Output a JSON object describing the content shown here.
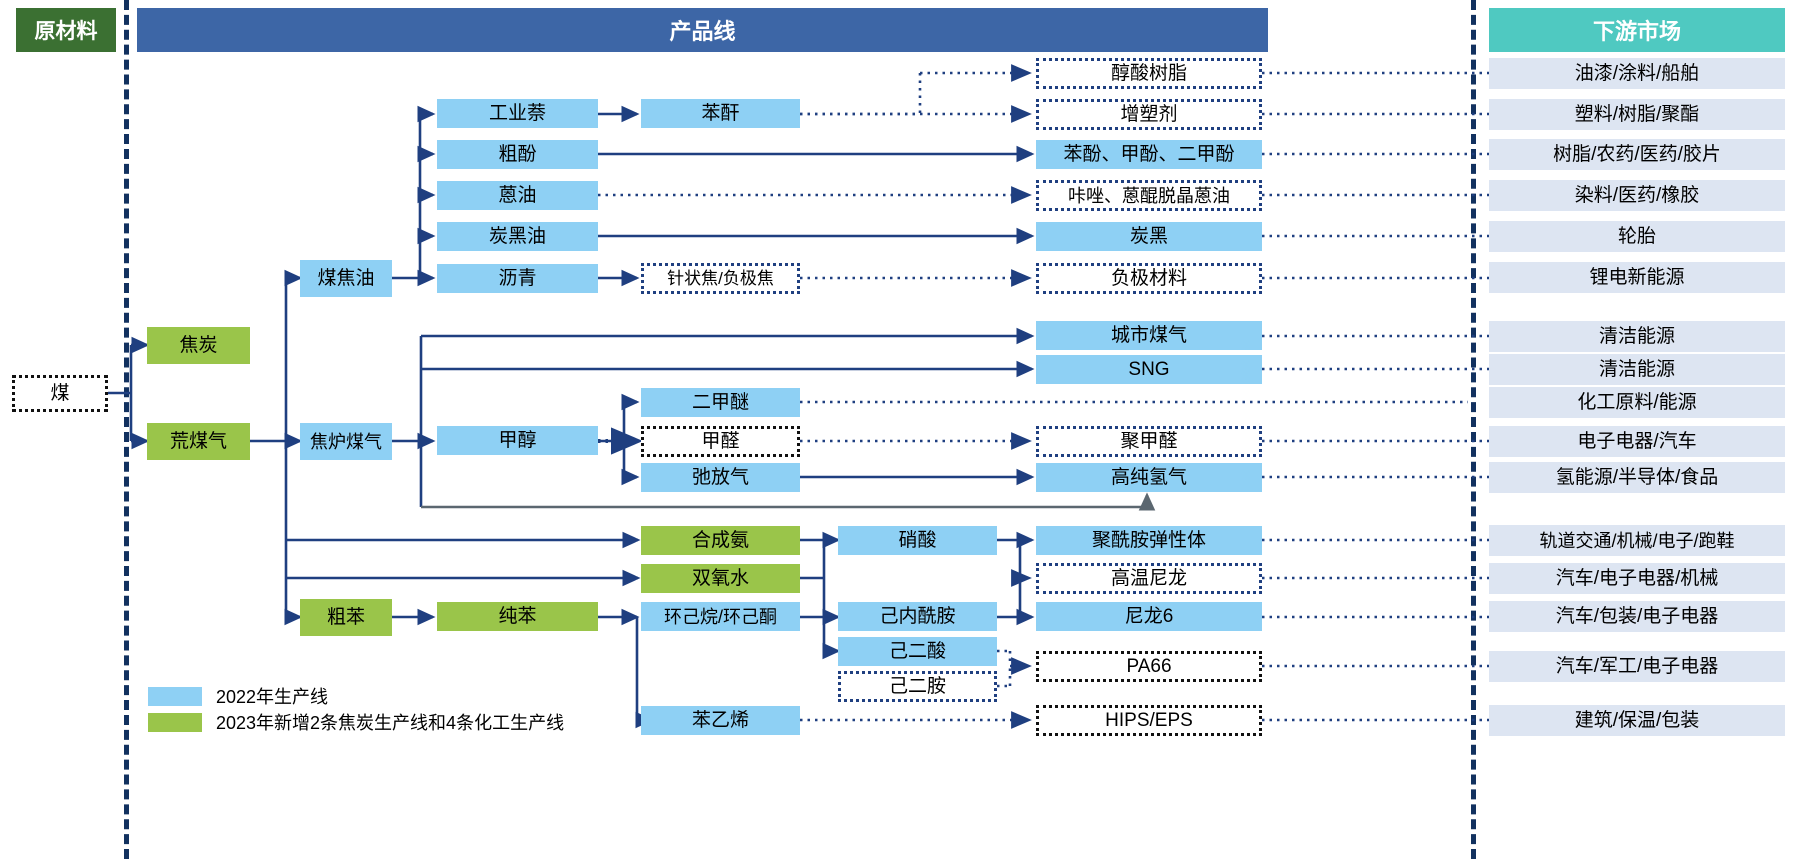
{
  "headers": {
    "raw_material": "原材料",
    "product_line": "产品线",
    "downstream_market": "下游市场"
  },
  "colors": {
    "header_raw": "#3b7032",
    "header_product": "#3d66a6",
    "header_market": "#4fc9c1",
    "node_2022": "#8ed0f4",
    "node_2023": "#9ac54a",
    "market_cell": "#dde5f2",
    "connector": "#1f3f80",
    "separator": "#12315f"
  },
  "legend": [
    {
      "swatch": "blue",
      "label": "2022年生产线"
    },
    {
      "swatch": "green",
      "label": "2023年新增2条焦炭生产线和4条化工生产线"
    }
  ],
  "nodes": {
    "coal": "煤",
    "coke": "焦炭",
    "raw_gas": "荒煤气",
    "coal_tar": "煤焦油",
    "coke_oven_gas": "焦炉煤气",
    "crude_benzene": "粗苯",
    "pure_benzene": "纯苯",
    "industrial_naphthalene": "工业萘",
    "crude_phenol": "粗酚",
    "anthracene_oil": "蒽油",
    "carbon_black_oil": "炭黑油",
    "pitch": "沥青",
    "methanol": "甲醇",
    "dme": "二甲醚",
    "formaldehyde": "甲醛",
    "purge_gas": "弛放气",
    "synthetic_ammonia": "合成氨",
    "hydrogen_peroxide": "双氧水",
    "cyclohexane_cyclohexanone": "环己烷/环己酮",
    "styrene": "苯乙烯",
    "phthalic_anhydride": "苯酐",
    "needle_coke": "针状焦/负极焦",
    "nitric_acid": "硝酸",
    "caprolactam": "己内酰胺",
    "adipic_acid": "己二酸",
    "hexamethylenediamine": "己二胺",
    "alkyd_resin": "醇酸树脂",
    "plasticizer": "增塑剂",
    "phenols": "苯酚、甲酚、二甲酚",
    "carbazole_anthraquinone": "咔唑、蒽醌脱晶蒽油",
    "carbon_black": "炭黑",
    "anode_material": "负极材料",
    "city_gas": "城市煤气",
    "sng": "SNG",
    "polyoxymethylene": "聚甲醛",
    "high_purity_hydrogen": "高纯氢气",
    "polyamide_elastomer": "聚酰胺弹性体",
    "high_temp_nylon": "高温尼龙",
    "nylon6": "尼龙6",
    "pa66": "PA66",
    "hips_eps": "HIPS/EPS"
  },
  "markets": [
    "油漆/涂料/船舶",
    "塑料/树脂/聚酯",
    "树脂/农药/医药/胶片",
    "染料/医药/橡胶",
    "轮胎",
    "锂电新能源",
    "清洁能源",
    "清洁能源",
    "化工原料/能源",
    "电子电器/汽车",
    "氢能源/半导体/食品",
    "轨道交通/机械/电子/跑鞋",
    "汽车/电子电器/机械",
    "汽车/包装/电子电器",
    "汽车/军工/电子电器",
    "建筑/保温/包装"
  ]
}
